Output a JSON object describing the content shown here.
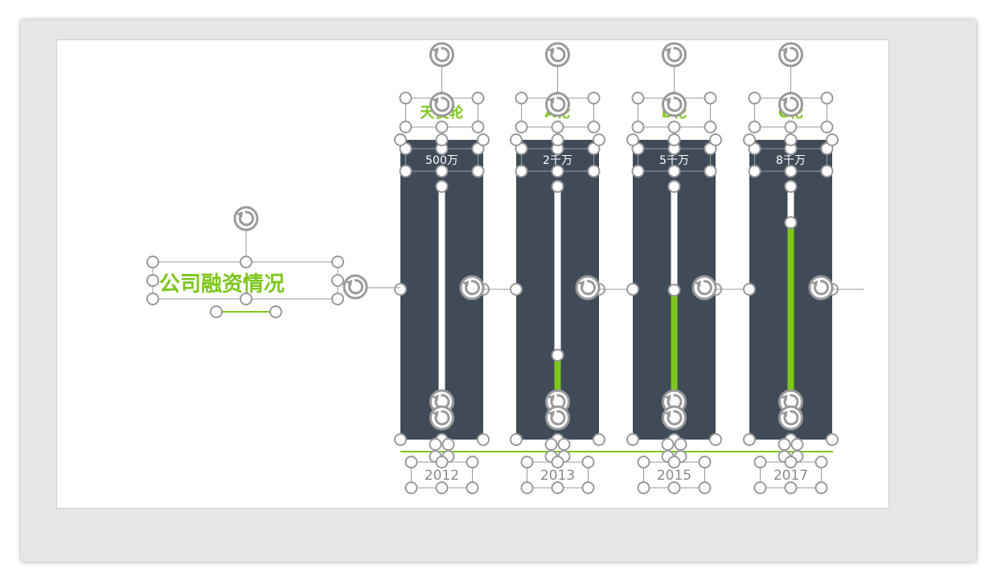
{
  "title": "公司融资情况",
  "colors": {
    "accent": "#7dc71b",
    "bar_dark": "#414b58",
    "track": "#ffffff",
    "handle_stroke": "#9a9a9a"
  },
  "chart_data": {
    "type": "bar",
    "categories": [
      "2012",
      "2013",
      "2015",
      "2017"
    ],
    "rounds": [
      "天使轮",
      "A轮",
      "B轮",
      "C轮"
    ],
    "amount_labels": [
      "500万",
      "2千万",
      "5千万",
      "8千万"
    ],
    "progress": [
      0.05,
      0.3,
      0.57,
      0.85
    ],
    "xlabel": "",
    "ylabel": ""
  },
  "icons": {
    "rotate": "rotate-handle-icon",
    "resize": "resize-handle-icon"
  }
}
